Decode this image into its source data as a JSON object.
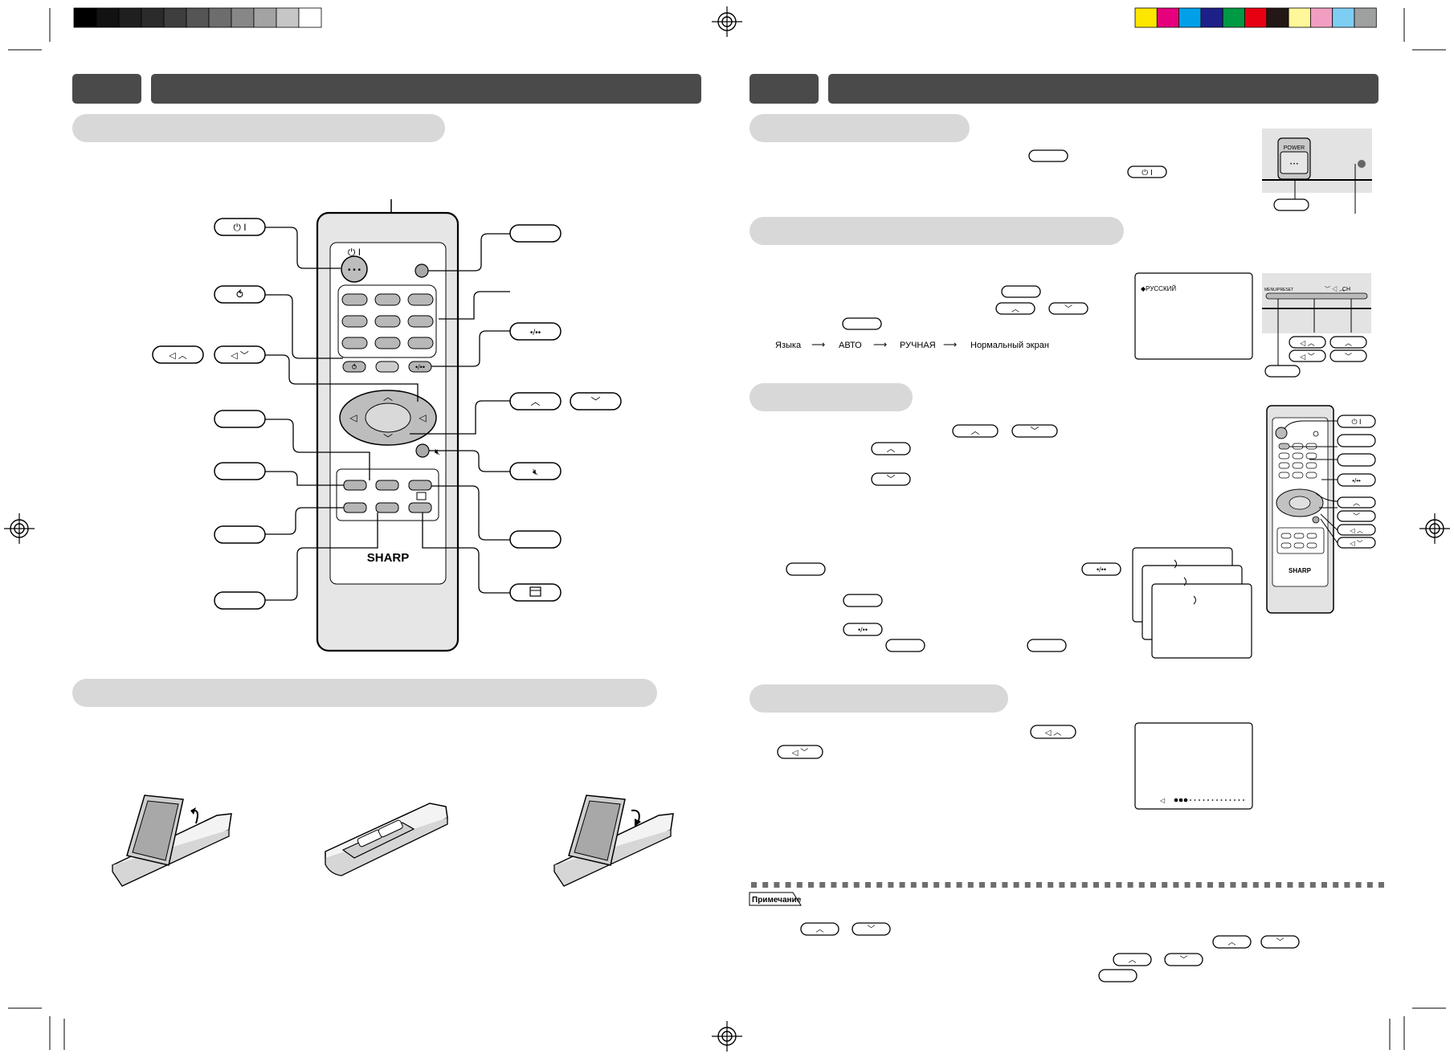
{
  "flow": {
    "items": [
      "Языка",
      "АВТО",
      "РУЧНАЯ",
      "Нормальный экран"
    ]
  },
  "osd": {
    "language_item": "◆РУССКИЙ"
  },
  "remote": {
    "brand": "SHARP"
  },
  "tv_panel": {
    "power_label": "POWER",
    "menu_label": "MENU/PRESET",
    "ch_label": "CH"
  },
  "note": {
    "label": "Примечание"
  },
  "colors": {
    "header_bar": "#4a4a4a",
    "section_pill": "#d8d8d8",
    "grayscale_strip": [
      "#000000",
      "#121212",
      "#1f1f1f",
      "#2b2b2b",
      "#3e3e3e",
      "#555555",
      "#6d6d6d",
      "#878787",
      "#a3a3a3",
      "#c6c6c6",
      "#ffffff"
    ],
    "color_strip": [
      "#ffe600",
      "#e6007e",
      "#00a0e9",
      "#1d2088",
      "#009944",
      "#e60012",
      "#231815",
      "#fff799",
      "#f19ec2",
      "#7ecef4",
      "#9fa0a0"
    ]
  },
  "icons": [
    "power-icon",
    "flashback-icon",
    "volume-up-icon",
    "volume-down-icon",
    "channel-up-icon",
    "channel-down-icon",
    "mute-icon",
    "display-mode-icon",
    "sleep-timer-icon"
  ]
}
